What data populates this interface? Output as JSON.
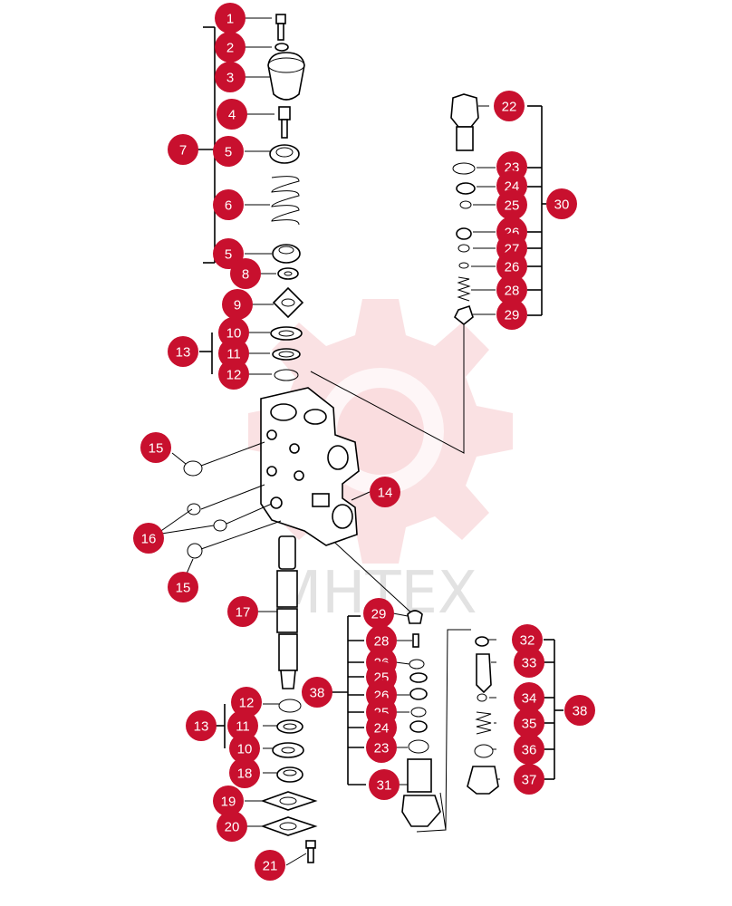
{
  "watermark": {
    "text": "MHTEX"
  },
  "callouts": [
    "1",
    "2",
    "3",
    "4",
    "5",
    "6",
    "7",
    "8",
    "9",
    "10",
    "11",
    "12",
    "13",
    "14",
    "15",
    "16",
    "17",
    "18",
    "19",
    "20",
    "21",
    "22",
    "23",
    "24",
    "25",
    "26",
    "27",
    "28",
    "29",
    "30",
    "31",
    "32",
    "33",
    "34",
    "35",
    "36",
    "37",
    "38"
  ]
}
